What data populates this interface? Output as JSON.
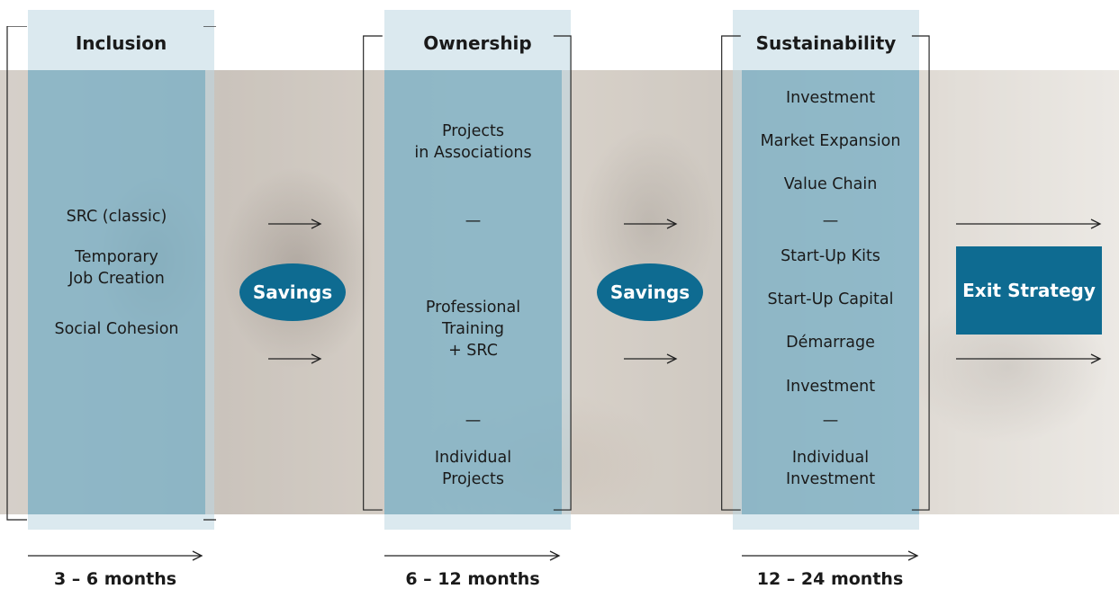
{
  "stages": [
    {
      "title": "Inclusion",
      "items": [
        "SRC (classic)",
        "Temporary\nJob Creation",
        "Social Cohesion"
      ],
      "duration": "3 – 6 months"
    },
    {
      "title": "Ownership",
      "items": [
        "Projects\nin Associations",
        "—",
        "Professional\nTraining\n+ SRC",
        "—",
        "Individual\nProjects"
      ],
      "duration": "6 – 12 months"
    },
    {
      "title": "Sustainability",
      "items": [
        "Investment",
        "Market Expansion",
        "Value Chain",
        "—",
        "Start-Up Kits",
        "Start-Up Capital",
        "Démarrage",
        "Investment",
        "—",
        "Individual\nInvestment"
      ],
      "duration": "12 – 24 months"
    }
  ],
  "connectors": [
    "Savings",
    "Savings"
  ],
  "exit": "Exit Strategy",
  "colors": {
    "accent": "#0e6b91",
    "panel": "#60a0ba",
    "column": "#bed7e2"
  }
}
